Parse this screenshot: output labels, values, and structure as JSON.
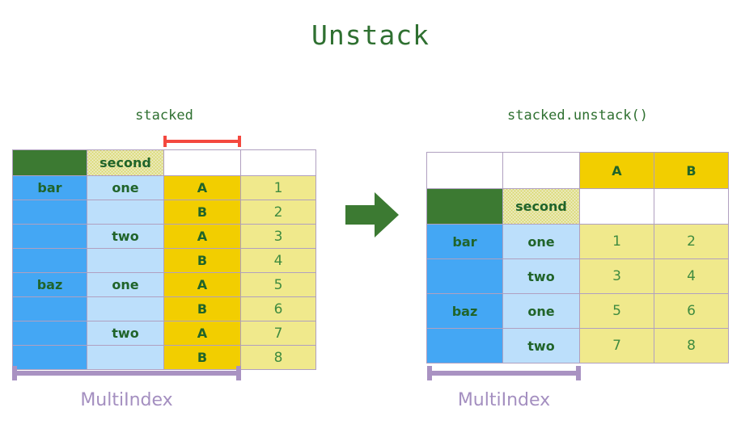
{
  "title": "Unstack",
  "colors": {
    "title_green": "#2f7031",
    "header_green": "#3c7a32",
    "index_blue": "#44a7f4",
    "index_light_blue": "#bcdffb",
    "column_gold": "#f2ce00",
    "value_pale_yellow": "#f0e98c",
    "bracket_red": "#f4483f",
    "bracket_purple": "#a992c2",
    "arrow_green": "#3c7a32",
    "grid_line": "#b0a0c0"
  },
  "left": {
    "caption": "stacked",
    "multiindex_label": "MultiIndex",
    "header": {
      "corner": "",
      "index_name": "second",
      "blank1": "",
      "blank2": ""
    },
    "rows": [
      {
        "first": "bar",
        "second": "one",
        "level": "A",
        "value": "1"
      },
      {
        "first": "",
        "second": "",
        "level": "B",
        "value": "2"
      },
      {
        "first": "",
        "second": "two",
        "level": "A",
        "value": "3"
      },
      {
        "first": "",
        "second": "",
        "level": "B",
        "value": "4"
      },
      {
        "first": "baz",
        "second": "one",
        "level": "A",
        "value": "5"
      },
      {
        "first": "",
        "second": "",
        "level": "B",
        "value": "6"
      },
      {
        "first": "",
        "second": "two",
        "level": "A",
        "value": "7"
      },
      {
        "first": "",
        "second": "",
        "level": "B",
        "value": "8"
      }
    ]
  },
  "right": {
    "caption": "stacked.unstack()",
    "multiindex_label": "MultiIndex",
    "column_header": {
      "blank1": "",
      "blank2": "",
      "colA": "A",
      "colB": "B"
    },
    "index_header": {
      "corner": "",
      "index_name": "second",
      "blank1": "",
      "blank2": ""
    },
    "rows": [
      {
        "first": "bar",
        "second": "one",
        "a": "1",
        "b": "2"
      },
      {
        "first": "",
        "second": "two",
        "a": "3",
        "b": "4"
      },
      {
        "first": "baz",
        "second": "one",
        "a": "5",
        "b": "6"
      },
      {
        "first": "",
        "second": "two",
        "a": "7",
        "b": "8"
      }
    ]
  },
  "arrow": {
    "name": "right-arrow-icon",
    "direction": "right"
  }
}
